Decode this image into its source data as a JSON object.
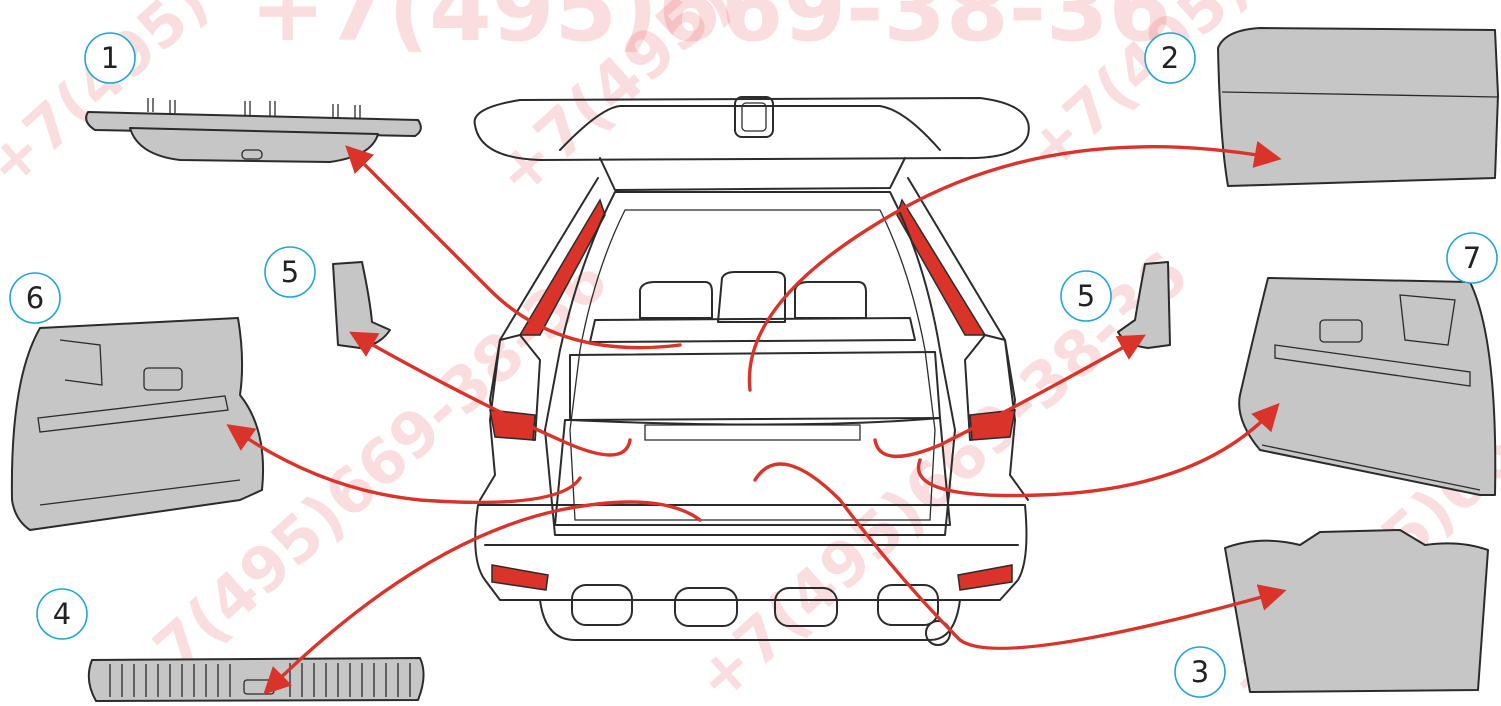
{
  "watermark": {
    "phone_text": "+7(495)669-38-36"
  },
  "callouts": [
    {
      "id": "1",
      "label": "1"
    },
    {
      "id": "2",
      "label": "2"
    },
    {
      "id": "3",
      "label": "3"
    },
    {
      "id": "4",
      "label": "4"
    },
    {
      "id": "5-left",
      "label": "5"
    },
    {
      "id": "5-right",
      "label": "5"
    },
    {
      "id": "6",
      "label": "6"
    },
    {
      "id": "7",
      "label": "7"
    }
  ],
  "parts": [
    {
      "ref": "1",
      "icon": "cargo-cover-roller-icon"
    },
    {
      "ref": "2",
      "icon": "rear-shelf-panel-icon"
    },
    {
      "ref": "3",
      "icon": "trunk-floor-panel-icon"
    },
    {
      "ref": "4",
      "icon": "sill-scuff-plate-icon"
    },
    {
      "ref": "5",
      "icon": "pillar-trim-icon"
    },
    {
      "ref": "6",
      "icon": "left-side-trim-icon"
    },
    {
      "ref": "7",
      "icon": "right-side-trim-icon"
    }
  ],
  "colors": {
    "arrow": "#d9332a",
    "badge_outline": "#1fa6d4",
    "part_fill": "#c6c6c6",
    "outline": "#2b2b2b",
    "watermark": "#e94a4f"
  }
}
